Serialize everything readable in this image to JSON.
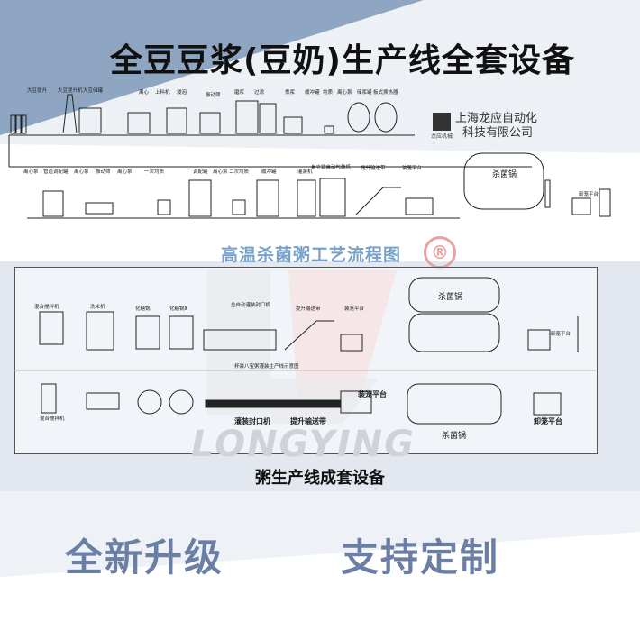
{
  "title": "全豆豆浆(豆奶)生产线全套设备",
  "subtitle": "高温杀菌粥工艺流程图",
  "registered_mark": "®",
  "company": {
    "name_line1": "上海龙应自动化",
    "name_line2": "科技有限公司",
    "logo_text": "龙应机械"
  },
  "top_diagram": {
    "row1_labels": [
      "大豆提升",
      "大豆提升机",
      "大豆储罐",
      "离心",
      "上料机",
      "浸泡",
      "振动筛",
      "磨浆",
      "过滤",
      "煮浆",
      "缓冲罐",
      "均质",
      "离心泵",
      "储浆罐",
      "板式换热器"
    ],
    "row2_labels": [
      "离心泵",
      "管道调配罐",
      "离心泵",
      "振动筛",
      "离心泵",
      "一次均质",
      "调配罐",
      "离心泵",
      "二次均质",
      "缓冲罐",
      "灌装机",
      "自立袋自动包装机",
      "提升输送带",
      "装笼平台"
    ],
    "sterilizer": "杀菌锅",
    "unload": "卸笼平台"
  },
  "bottom_diagram": {
    "labels_upper": [
      "混合搅拌机",
      "洗米机",
      "化糖锅Ⅰ",
      "化糖锅Ⅱ",
      "全自动灌装封口机",
      "提升输送带",
      "装笼平台"
    ],
    "caption_mid": "杯装八宝粥灌装生产线示意图",
    "label_mixer_lower": "混合搅拌机",
    "label_conveyor": "灌装封口机",
    "label_belt": "提升输送带",
    "label_load": "装笼平台",
    "label_unload_upper": "卸笼平台",
    "label_unload_lower": "卸笼平台",
    "sterilizer_upper": "杀菌锅",
    "sterilizer_lower": "杀菌锅"
  },
  "panel_caption": "粥生产线成套设备",
  "watermark": "LONGYING",
  "slogan_left": "全新升级",
  "slogan_right": "支持定制",
  "colors": {
    "band_blue": "#8fa6c3",
    "band_light": "#dfe5ee",
    "slogan": "#6b7fa4",
    "subtitle": "#7aa2c9",
    "accent_red": "#e9a0a0"
  }
}
